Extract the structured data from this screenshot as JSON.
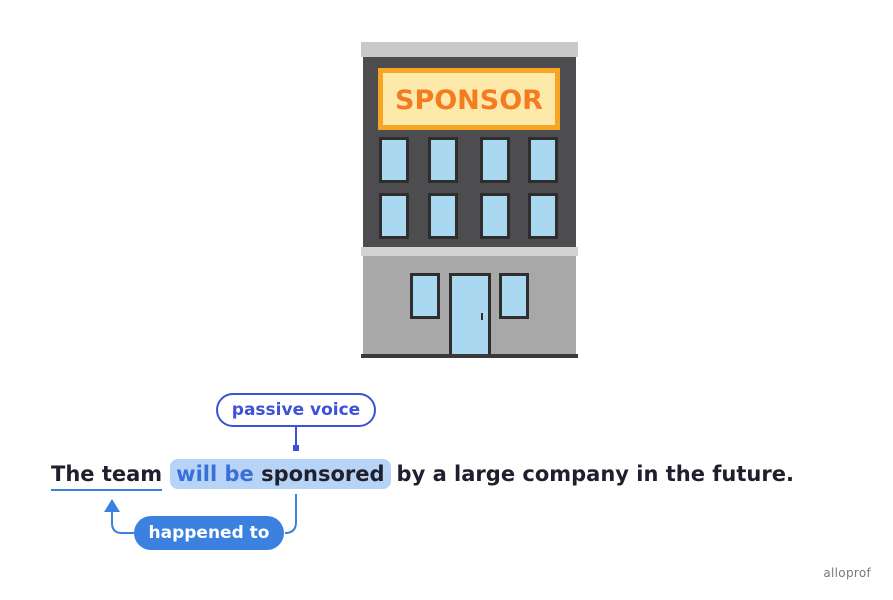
{
  "sign_text": "SPONSOR",
  "sentence": {
    "subject": "The team",
    "auxiliary": "will be",
    "participle": "sponsored",
    "rest": "by a large company in the future."
  },
  "labels": {
    "passive": "passive voice",
    "happened": "happened to"
  },
  "watermark": "alloprof",
  "colors": {
    "accent_blue": "#3b82e0",
    "passive_label_blue": "#3f51d6",
    "verb_highlight": "#b7d3f5",
    "sign_orange": "#f47b20",
    "sign_background": "#fde9a9"
  }
}
